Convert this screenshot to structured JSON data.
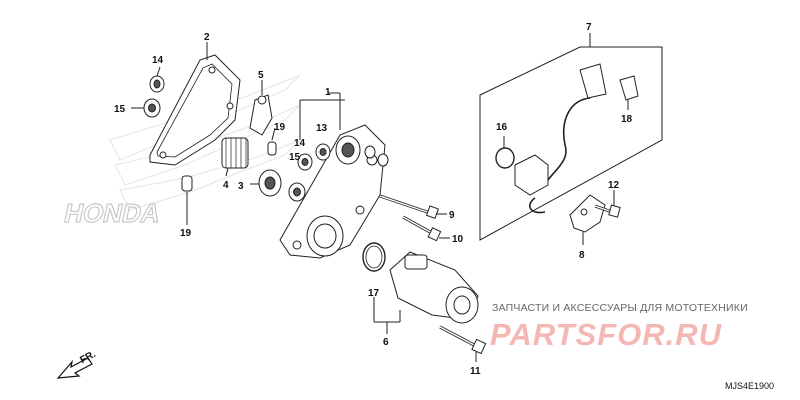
{
  "watermark": {
    "brand_outline": "HONDA"
  },
  "callouts": [
    "1",
    "2",
    "3",
    "4",
    "5",
    "6",
    "7",
    "8",
    "9",
    "10",
    "11",
    "12",
    "13",
    "14",
    "14",
    "15",
    "15",
    "16",
    "17",
    "18",
    "19",
    "19"
  ],
  "shop": {
    "tagline": "ЗАПЧАСТИ И АКСЕССУАРЫ ДЛЯ МОТОТЕХНИКИ",
    "logo": "PARTSFOR.RU"
  },
  "direction_label": "FR.",
  "diagram_code": "MJS4E1900"
}
